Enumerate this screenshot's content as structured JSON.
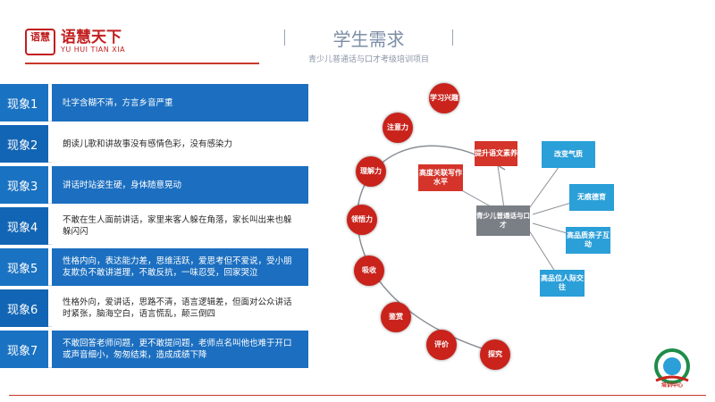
{
  "logo": {
    "seal": "语慧",
    "cn": "语慧天下",
    "en": "YU HUI TIAN XIA"
  },
  "header": {
    "title": "学生需求",
    "subtitle": "青少儿普通话与口才考级培训项目"
  },
  "rows": [
    {
      "label": "现象1",
      "text": "吐字含糊不清，方言乡音严重"
    },
    {
      "label": "现象2",
      "text": "朗读儿歌和讲故事没有感情色彩，没有感染力"
    },
    {
      "label": "现象3",
      "text": "讲话时站姿生硬，身体随意晃动"
    },
    {
      "label": "现象4",
      "text": "不敢在生人面前讲话，家里来客人躲在角落，家长叫出来也躲躲闪闪"
    },
    {
      "label": "现象5",
      "text": "性格内向，表达能力差，思维活跃，爱思考但不爱说，受小朋友欺负不敢讲道理，不敢反抗，一味忍受，回家哭泣"
    },
    {
      "label": "现象6",
      "text": "性格外向，爱讲话，思路不清，语言逻辑差，但面对公众讲话时紧张，脑海空白，语言慌乱，颠三倒四"
    },
    {
      "label": "现象7",
      "text": "不敢回答老师问题，更不敢提问题，老师点名叫他也难于开口或声音细小，匆匆结束，造成成绩下降"
    }
  ],
  "diagram": {
    "center": "青少儿普通话与口才",
    "red_boxes": [
      "提升语文素养",
      "高度关联写作水平"
    ],
    "blue_boxes": [
      "改变气质",
      "无痕德育",
      "高品质亲子互动",
      "高品位人际交往"
    ],
    "circles": [
      "学习兴趣",
      "注意力",
      "理解力",
      "领悟力",
      "吸收",
      "鉴赏",
      "评价",
      "探究"
    ]
  },
  "badge": {
    "text": "培训中心"
  },
  "colors": {
    "accent_red": "#c9231c",
    "row_blue": "#1a72c2",
    "node_blue": "#2a9fd8",
    "title_gray": "#7d8ea6"
  }
}
